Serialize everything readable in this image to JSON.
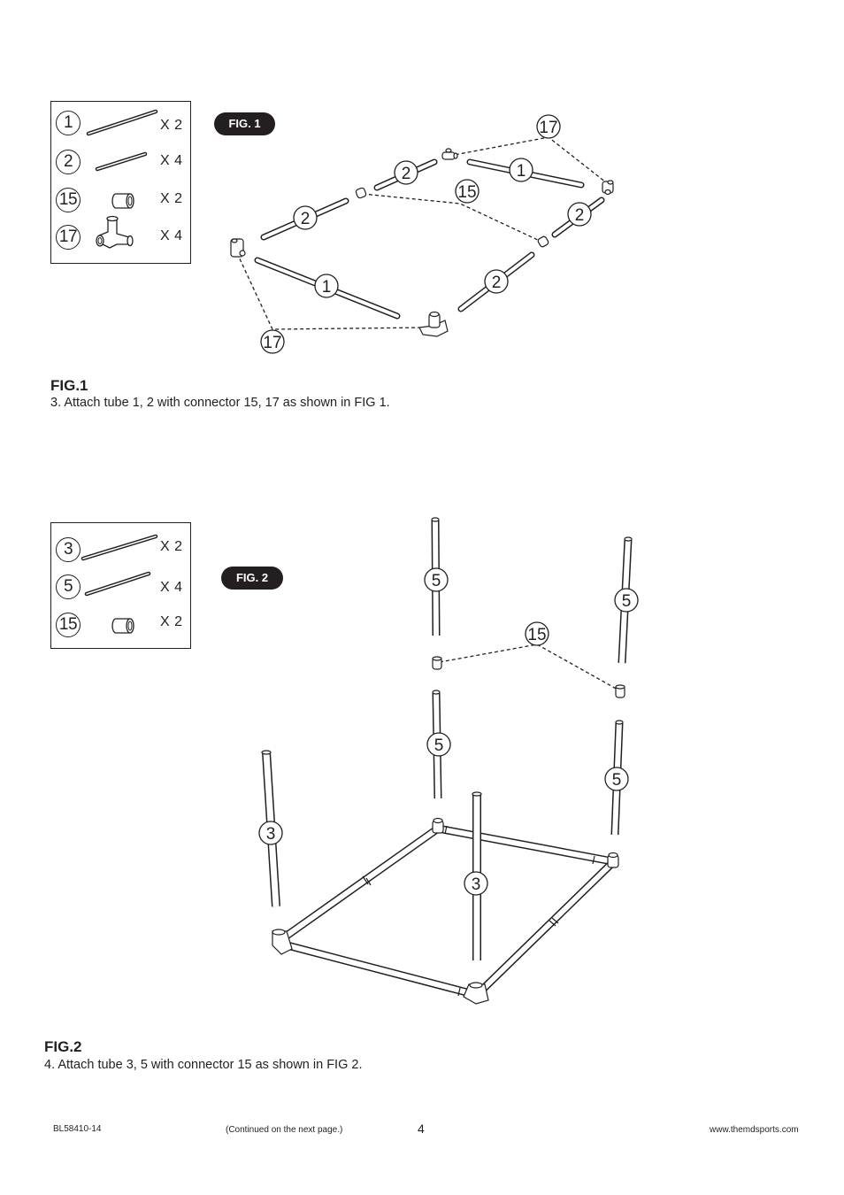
{
  "fig1": {
    "pill": "FIG. 1",
    "title": "FIG.1",
    "instruction": "3. Attach tube 1, 2 with connector 15, 17 as shown in FIG 1.",
    "parts": [
      {
        "num": "1",
        "qty": "X 2",
        "icon": "long-tube-icon"
      },
      {
        "num": "2",
        "qty": "X 4",
        "icon": "short-tube-icon"
      },
      {
        "num": "15",
        "qty": "X 2",
        "icon": "straight-connector-icon"
      },
      {
        "num": "17",
        "qty": "X 4",
        "icon": "corner-connector-icon"
      }
    ],
    "callouts": [
      "17",
      "2",
      "1",
      "15",
      "2",
      "2",
      "1",
      "2",
      "17"
    ]
  },
  "fig2": {
    "pill": "FIG. 2",
    "title": "FIG.2",
    "instruction": "4. Attach tube 3, 5 with connector 15 as shown in FIG 2.",
    "parts": [
      {
        "num": "3",
        "qty": "X 2",
        "icon": "long-tube-icon"
      },
      {
        "num": "5",
        "qty": "X 4",
        "icon": "short-tube-icon"
      },
      {
        "num": "15",
        "qty": "X 2",
        "icon": "straight-connector-icon"
      }
    ],
    "callouts": [
      "5",
      "5",
      "15",
      "5",
      "5",
      "3",
      "3"
    ]
  },
  "footer": {
    "model": "BL58410-14",
    "continued": "(Continued on the next page.)",
    "page_number": "4",
    "website": "www.themdsports.com"
  }
}
